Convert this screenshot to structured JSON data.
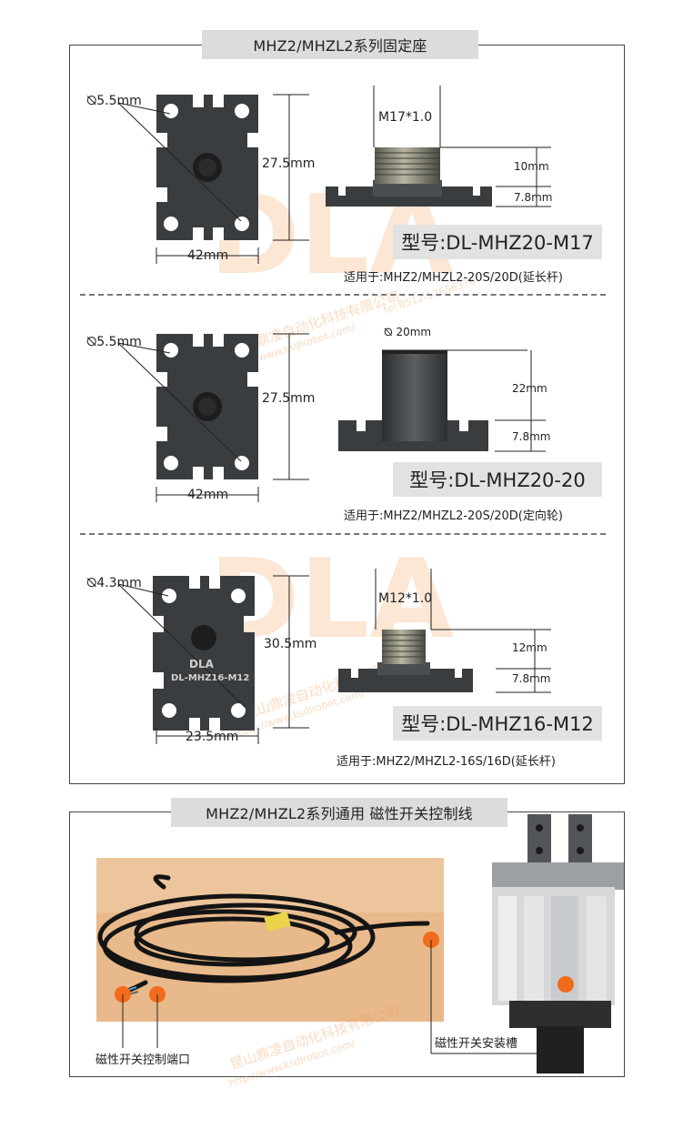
{
  "section1": {
    "title": "MHZ2/MHZL2系列固定座",
    "items": [
      {
        "hole": "⦰5.5mm",
        "height": "27.5mm",
        "width": "42mm",
        "thread": "M17*1.0",
        "dim_upper": "10mm",
        "dim_lower": "7.8mm",
        "model": "型号:DL-MHZ20-M17",
        "apply": "适用于:MHZ2/MHZL2-20S/20D(延长杆)"
      },
      {
        "hole": "⦰5.5mm",
        "height": "27.5mm",
        "width": "42mm",
        "thread": "⦰ 20mm",
        "dim_upper": "22mm",
        "dim_lower": "7.8mm",
        "model": "型号:DL-MHZ20-20",
        "apply": "适用于:MHZ2/MHZL2-20S/20D(定向轮)"
      },
      {
        "hole": "⦰4.3mm",
        "height": "30.5mm",
        "width": "23.5mm",
        "thread": "M12*1.0",
        "dim_upper": "12mm",
        "dim_lower": "7.8mm",
        "model": "型号:DL-MHZ16-M12",
        "apply": "适用于:MHZ2/MHZL2-16S/16D(延长杆)",
        "plate_text_1": "DLA",
        "plate_text_2": "DL-MHZ16-M12"
      }
    ]
  },
  "section2": {
    "title": "MHZ2/MHZL2系列通用 磁性开关控制线",
    "caption_port": "磁性开关控制端口",
    "caption_slot": "磁性开关安装槽"
  },
  "watermark": {
    "company": "昆山鼎凌自动化科技有限公司",
    "site": "http://www.ksdlrobot.com/",
    "tel": "tel:0512-57656376",
    "logo": "DLA"
  },
  "colors": {
    "title_bg": "#dcdcdc",
    "model_bg": "#e2e2e2",
    "metal": "#3a3d40",
    "marker": "#f26a1b",
    "watermark": "#f0a060"
  }
}
